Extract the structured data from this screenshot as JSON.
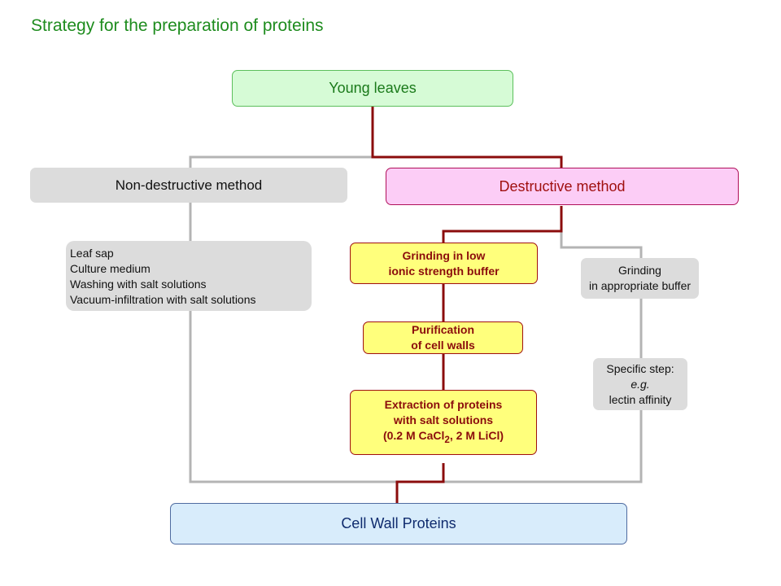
{
  "title": "Strategy for the preparation of proteins",
  "nodes": {
    "young_leaves": "Young leaves",
    "non_destructive": "Non-destructive method",
    "destructive": "Destructive method",
    "non_destructive_items": [
      "Leaf sap",
      "Culture medium",
      "Washing with salt solutions",
      "Vacuum-infiltration with salt solutions"
    ],
    "grinding_low": [
      "Grinding in low",
      "ionic strength buffer"
    ],
    "purification": [
      "Purification",
      "of cell walls"
    ],
    "extraction": {
      "line1": "Extraction of proteins",
      "line2": "with salt solutions",
      "line3_pre": "(0.2 M CaCl",
      "line3_sub": "2",
      "line3_post": ", 2 M LiCl)"
    },
    "grinding_appropriate": [
      "Grinding",
      "in appropriate buffer"
    ],
    "specific_step": [
      "Specific step:",
      "e.g.",
      "lectin affinity"
    ],
    "cell_wall_proteins": "Cell Wall Proteins"
  },
  "colors": {
    "title": "#1e8c1e",
    "destructive_path": "#8b0c0c",
    "nondestructive_path": "#b4b4b4"
  }
}
